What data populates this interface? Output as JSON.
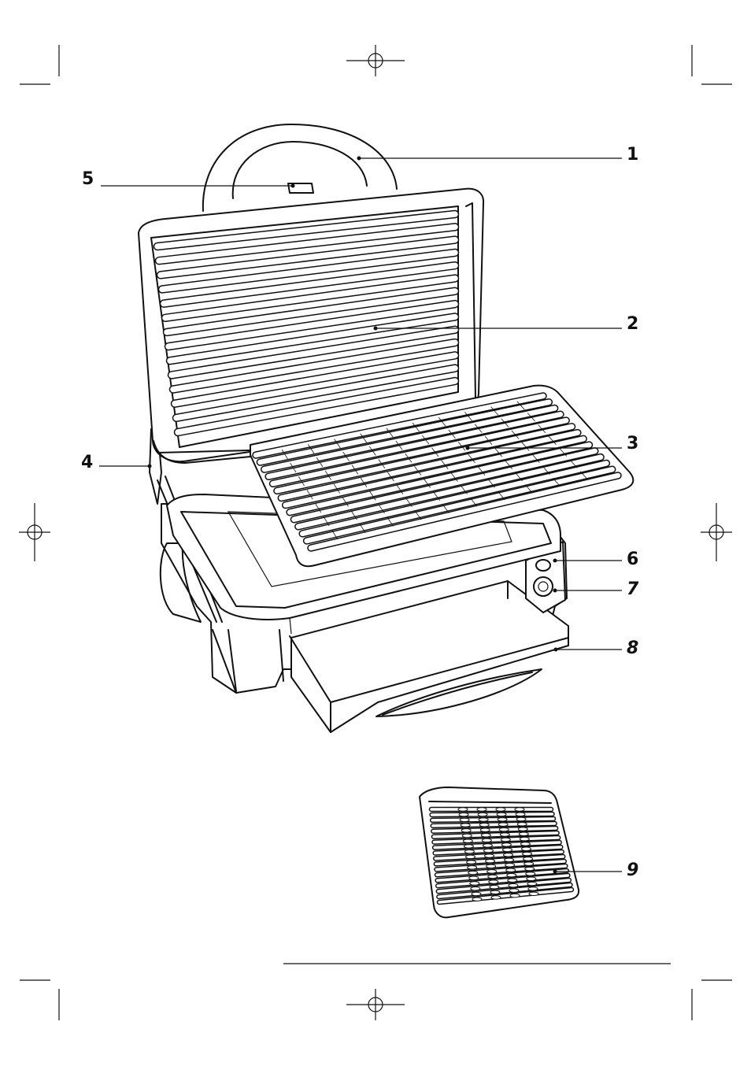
{
  "diagram": {
    "callouts": [
      {
        "id": "1",
        "label": "1",
        "italic": false
      },
      {
        "id": "2",
        "label": "2",
        "italic": false
      },
      {
        "id": "3",
        "label": "3",
        "italic": false
      },
      {
        "id": "4",
        "label": "4",
        "italic": false
      },
      {
        "id": "5",
        "label": "5",
        "italic": false
      },
      {
        "id": "6",
        "label": "6",
        "italic": false
      },
      {
        "id": "7",
        "label": "7",
        "italic": true
      },
      {
        "id": "8",
        "label": "8",
        "italic": true
      },
      {
        "id": "9",
        "label": "9",
        "italic": true
      }
    ],
    "colors": {
      "line": "#111111",
      "background": "#ffffff"
    },
    "icons": [
      "registration-mark-icon",
      "crop-mark-icon"
    ]
  }
}
